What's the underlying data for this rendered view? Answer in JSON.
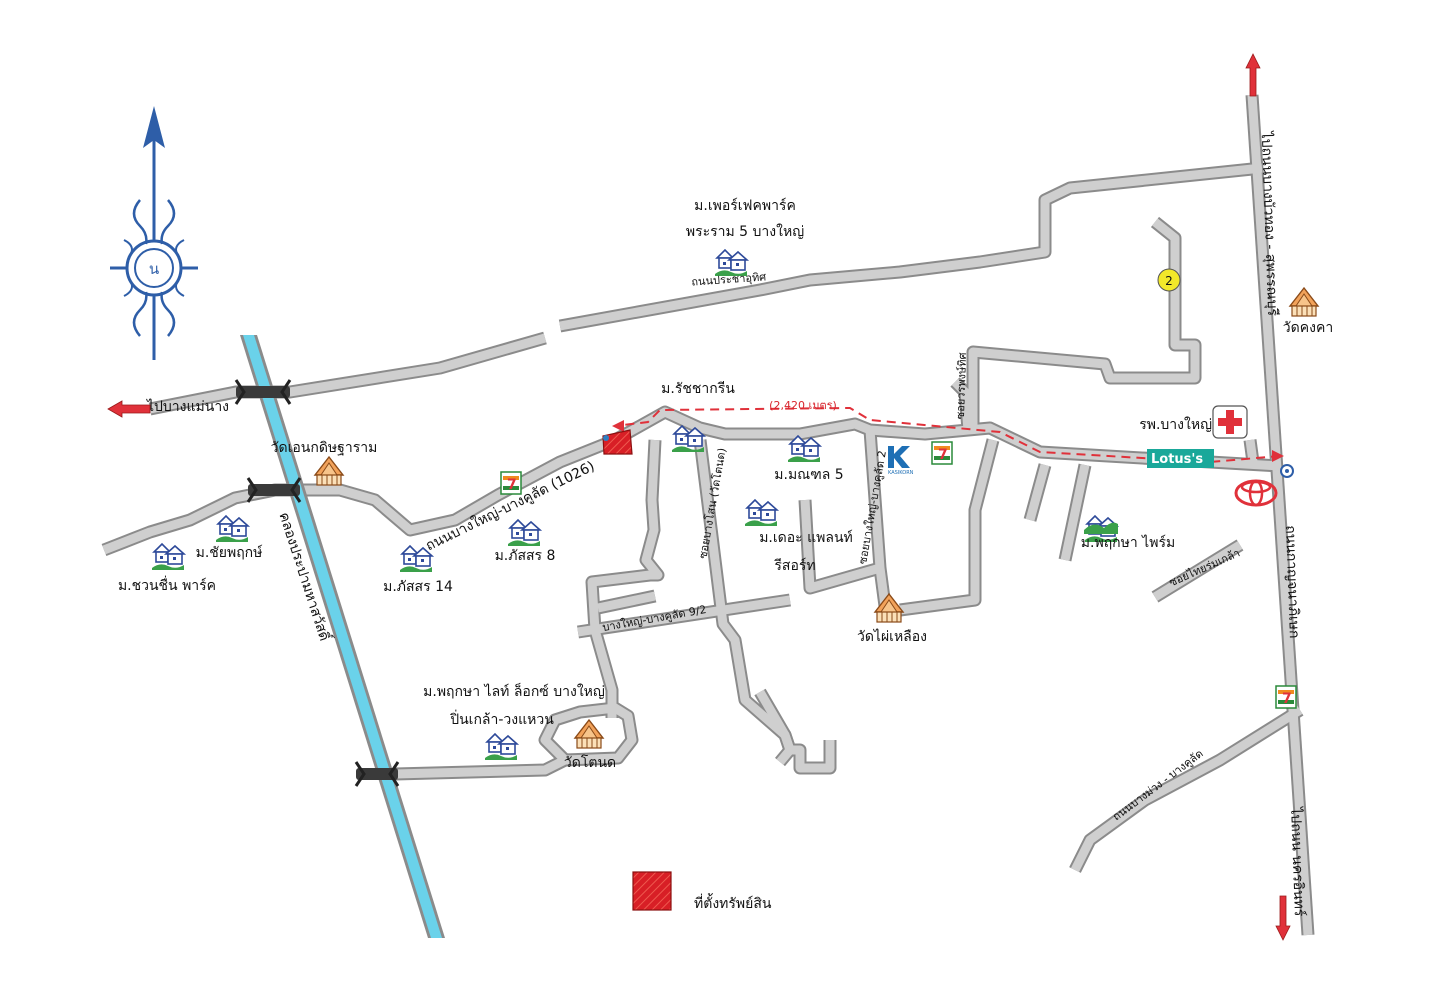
{
  "compass": {
    "letter": "น"
  },
  "places": {
    "perfect_park": [
      "ม.เพอร์เฟคพาร์ค",
      "พระราม 5 บางใหญ่"
    ],
    "ratcha_green": "ม.รัชชากรีน",
    "wat_en_kittitaram": "วัดเอนกดิษฐาราม",
    "moncha_5": "ม.มณฑล 5",
    "chaiyaphruk": "ม.ชัยพฤกษ์",
    "chuan_chuen": "ม.ชวนชื่น พาร์ค",
    "phatsorn_14": "ม.ภัสสร 14",
    "phatsorn_8": "ม.ภัสสร 8",
    "the_planet": [
      "ม.เดอะ แพลนท์",
      "รีสอร์ท"
    ],
    "wat_phai_lueang": "วัดไผ่เหลือง",
    "phruksa_prime": "ม.พฤกษา ไพร์ม",
    "phruksa_lite": [
      "ม.พฤกษา ไลท์ ล็อกซ์ บางใหญ่",
      "ปิ่นเกล้า-วงแหวน"
    ],
    "wat_ton": "วัดโตนด",
    "wat_khongkha": "วัดคงคา",
    "hospital": "รพ.บางใหญ่",
    "lotus": "Lotus's",
    "kasikorn": "KASIKORN"
  },
  "roads": {
    "prachautid": "ถนนประชาอุทิศ",
    "bangyai_bangkulad": "ถนนบางใหญ่-บางคูลัด (1026)",
    "bangyai_9_2": "บางใหญ่-บางคูลัด 9/2",
    "soi_bangsano": "ซอยบางโสน (วัดโตนด)",
    "soi_bangyai_2": "ซอยบางใหญ่-บางคูลัด 2",
    "soi_wat_khun": "ซอยวรพงษ์ทิศ",
    "soi_pin_klao": "ซอยไทยร่มเกล้า",
    "bangmuang_bangkulad": "ถนนบางม่วง - บางคูลัด",
    "kanchanaphisek_top": "ไปถนนบางบัวทอง - สุพรรณบุรี",
    "kanchanaphisek_mid": "ถนนกาญจนาภิเษก",
    "kanchanaphisek_bottom": "ไปถนน นครอินทร์",
    "to_bang_mae_nang": "ไปบางแม่นาง",
    "canal": "คลองประปามหาสวัสดิ์"
  },
  "distance": "(2,420 เมตร)",
  "markers": {
    "route_2": "2"
  },
  "legend": {
    "property_location": "ที่ตั้งทรัพย์สิน"
  },
  "colors": {
    "road_edge": "#8b8b8b",
    "road_fill": "#cfcfcf",
    "canal": "#6ad2ea",
    "route": "#e0313a",
    "compass": "#2e5ea8",
    "property": "#d81f26"
  }
}
